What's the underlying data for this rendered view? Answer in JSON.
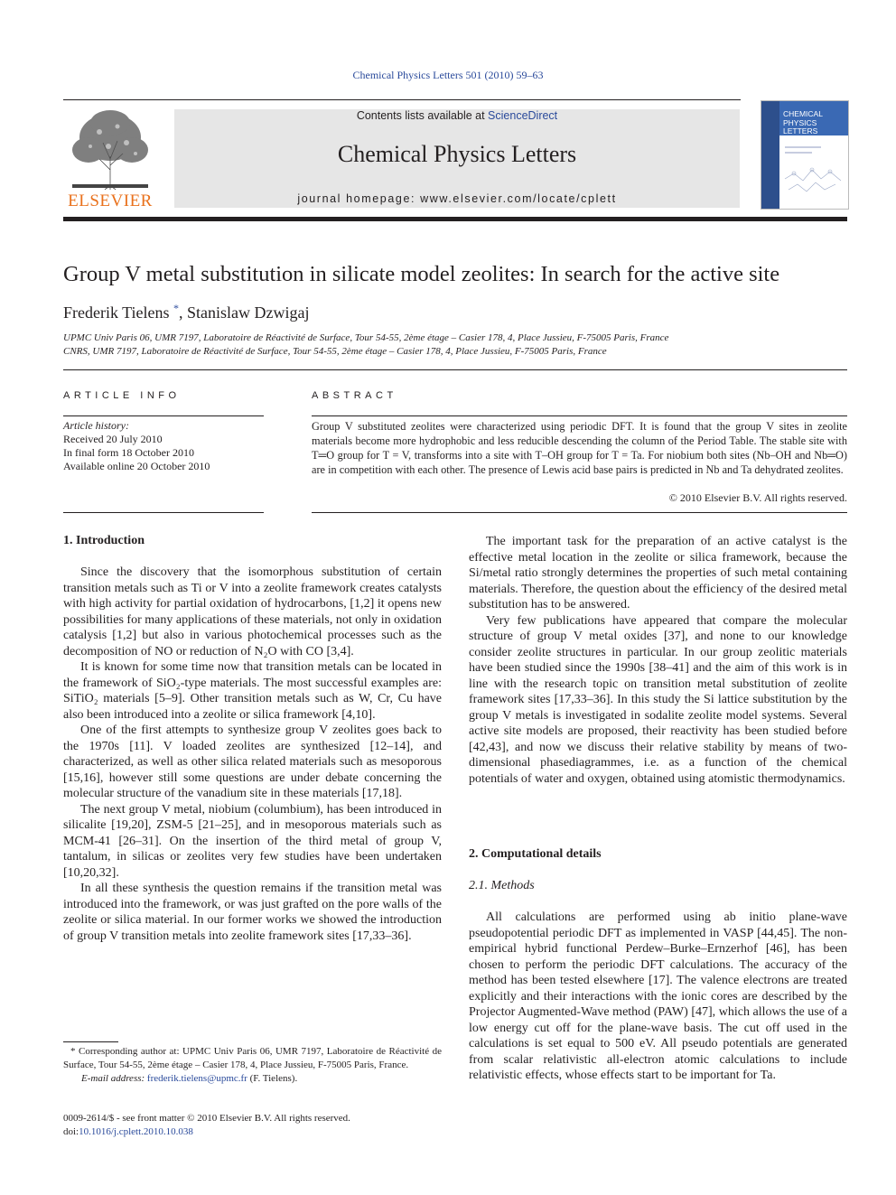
{
  "header": {
    "citation": "Chemical Physics Letters 501 (2010) 59–63",
    "contents_prefix": "Contents lists available at ",
    "contents_link": "ScienceDirect",
    "journal_title": "Chemical Physics Letters",
    "homepage": "journal homepage: www.elsevier.com/locate/cplett",
    "publisher_logo_text": "ELSEVIER",
    "cover_title_lines": [
      "CHEMICAL",
      "PHYSICS",
      "LETTERS"
    ]
  },
  "article": {
    "title": "Group V metal substitution in silicate model zeolites: In search for the active site",
    "author1": "Frederik Tielens",
    "author1_mark": "*",
    "author_sep": ", ",
    "author2": "Stanislaw Dzwigaj",
    "affiliations": [
      "UPMC Univ Paris 06, UMR 7197, Laboratoire de Réactivité de Surface, Tour 54-55, 2ème étage – Casier 178, 4, Place Jussieu, F-75005 Paris, France",
      "CNRS, UMR 7197, Laboratoire de Réactivité de Surface, Tour 54-55, 2ème étage – Casier 178, 4, Place Jussieu, F-75005 Paris, France"
    ]
  },
  "article_info": {
    "heading": "ARTICLE INFO",
    "history_label": "Article history:",
    "history": [
      "Received 20 July 2010",
      "In final form 18 October 2010",
      "Available online 20 October 2010"
    ]
  },
  "abstract": {
    "heading": "ABSTRACT",
    "text": "Group V substituted zeolites were characterized using periodic DFT. It is found that the group V sites in zeolite materials become more hydrophobic and less reducible descending the column of the Period Table. The stable site with T═O group for T = V, transforms into a site with T–OH group for T = Ta. For niobium both sites (Nb–OH and Nb═O) are in competition with each other. The presence of Lewis acid base pairs is predicted in Nb and Ta dehydrated zeolites.",
    "copyright": "© 2010 Elsevier B.V. All rights reserved."
  },
  "left_column": {
    "heading": "1. Introduction",
    "paragraphs": [
      "Since the discovery that the isomorphous substitution of certain transition metals such as Ti or V into a zeolite framework creates catalysts with high activity for partial oxidation of hydrocarbons, [1,2] it opens new possibilities for many applications of these materials, not only in oxidation catalysis [1,2] but also in various photochemical processes such as the decomposition of NO or reduction of N₂O with CO [3,4].",
      "It is known for some time now that transition metals can be located in the framework of SiO₂-type materials. The most successful examples are: SiTiO₂ materials [5–9]. Other transition metals such as W, Cr, Cu have also been introduced into a zeolite or silica framework [4,10].",
      "One of the first attempts to synthesize group V zeolites goes back to the 1970s [11]. V loaded zeolites are synthesized [12–14], and characterized, as well as other silica related materials such as mesoporous [15,16], however still some questions are under debate concerning the molecular structure of the vanadium site in these materials [17,18].",
      "The next group V metal, niobium (columbium), has been introduced in silicalite [19,20], ZSM-5 [21–25], and in mesoporous materials such as MCM-41 [26–31]. On the insertion of the third metal of group V, tantalum, in silicas or zeolites very few studies have been undertaken [10,20,32].",
      "In all these synthesis the question remains if the transition metal was introduced into the framework, or was just grafted on the pore walls of the zeolite or silica material. In our former works we showed the introduction of group V transition metals into zeolite framework sites [17,33–36]."
    ]
  },
  "right_column": {
    "paragraphs": [
      "The important task for the preparation of an active catalyst is the effective metal location in the zeolite or silica framework, because the Si/metal ratio strongly determines the properties of such metal containing materials. Therefore, the question about the efficiency of the desired metal substitution has to be answered.",
      "Very few publications have appeared that compare the molecular structure of group V metal oxides [37], and none to our knowledge consider zeolite structures in particular. In our group zeolitic materials have been studied since the 1990s [38–41] and the aim of this work is in line with the research topic on transition metal substitution of zeolite framework sites [17,33–36]. In this study the Si lattice substitution by the group V metals is investigated in sodalite zeolite model systems. Several active site models are proposed, their reactivity has been studied before [42,43], and now we discuss their relative stability by means of two-dimensional phasediagrammes, i.e. as a function of the chemical potentials of water and oxygen, obtained using atomistic thermodynamics."
    ],
    "heading2": "2. Computational details",
    "subheading": "2.1. Methods",
    "methods": "All calculations are performed using ab initio plane-wave pseudopotential periodic DFT as implemented in VASP [44,45]. The non-empirical hybrid functional Perdew–Burke–Ernzerhof [46], has been chosen to perform the periodic DFT calculations. The accuracy of the method has been tested elsewhere [17]. The valence electrons are treated explicitly and their interactions with the ionic cores are described by the Projector Augmented-Wave method (PAW) [47], which allows the use of a low energy cut off for the plane-wave basis. The cut off used in the calculations is set equal to 500 eV. All pseudo potentials are generated from scalar relativistic all-electron atomic calculations to include relativistic effects, whose effects start to be important for Ta."
  },
  "footnote": {
    "mark": "*",
    "text": "Corresponding author at: UPMC Univ Paris 06, UMR 7197, Laboratoire de Réactivité de Surface, Tour 54-55, 2ème étage – Casier 178, 4, Place Jussieu, F-75005 Paris, France.",
    "email_label": "E-mail address:",
    "email": "frederik.tielens@upmc.fr",
    "email_suffix": "(F. Tielens)."
  },
  "bottom": {
    "issn": "0009-2614/$ - see front matter © 2010 Elsevier B.V. All rights reserved.",
    "doi_label": "doi:",
    "doi": "10.1016/j.cplett.2010.10.038"
  }
}
